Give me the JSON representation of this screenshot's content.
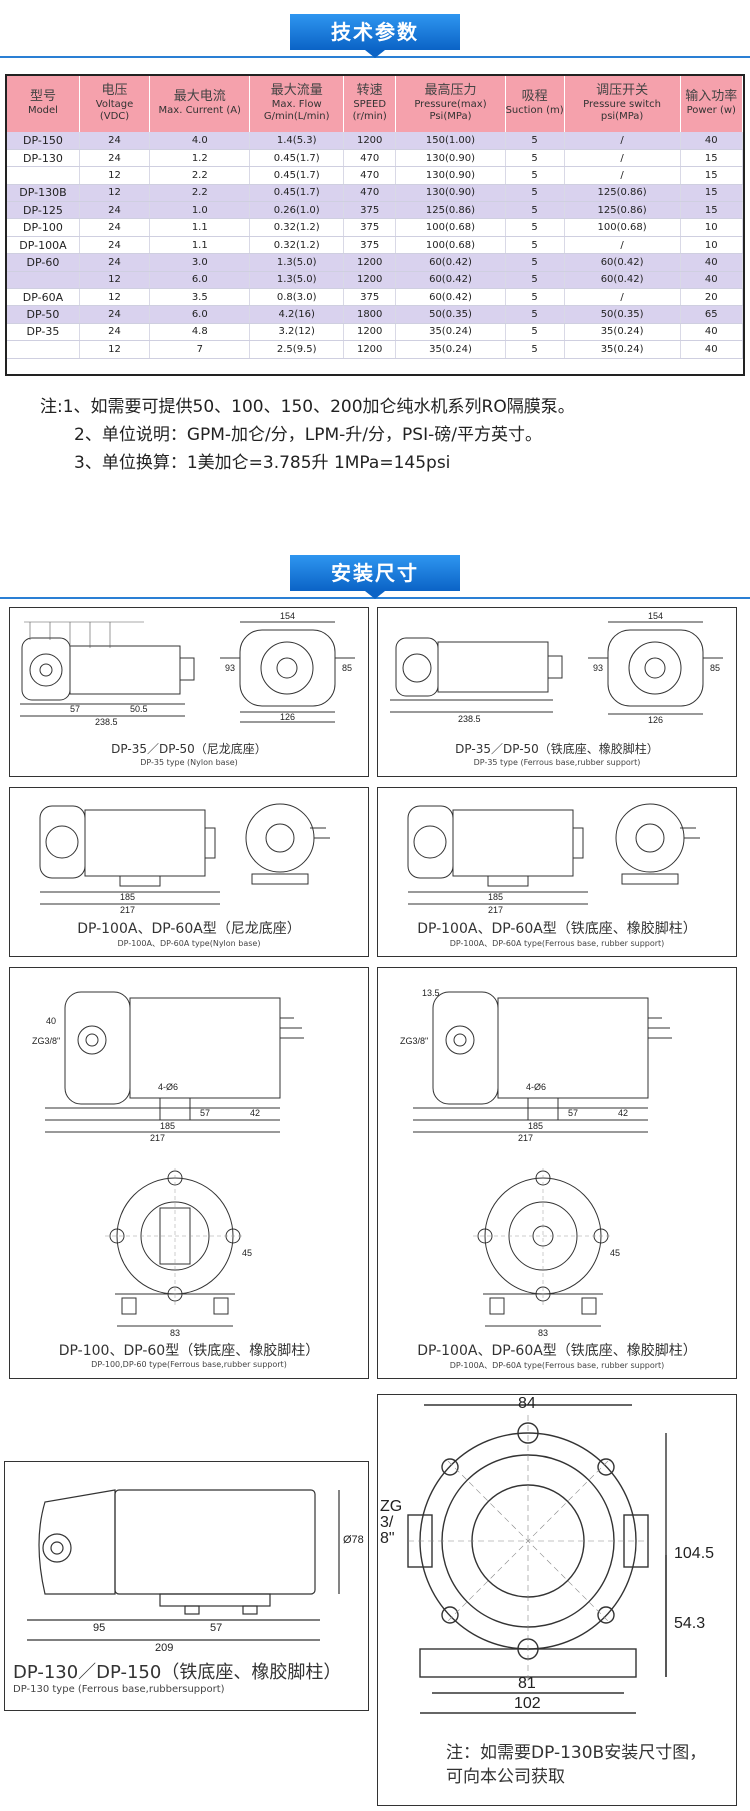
{
  "sections": {
    "tech_params": "技术参数",
    "install_dims": "安装尺寸"
  },
  "table": {
    "headers": [
      {
        "zh": "型号",
        "en": "Model"
      },
      {
        "zh": "电压",
        "en": "Voltage (VDC)"
      },
      {
        "zh": "最大电流",
        "en": "Max. Current (A)"
      },
      {
        "zh": "最大流量",
        "en": "Max. Flow G/min(L/min)"
      },
      {
        "zh": "转速",
        "en": "SPEED (r/min)"
      },
      {
        "zh": "最高压力",
        "en": "Pressure(max) Psi(MPa)"
      },
      {
        "zh": "吸程",
        "en": "Suction (m)"
      },
      {
        "zh": "调压开关",
        "en": "Pressure switch psi(MPa)"
      },
      {
        "zh": "输入功率",
        "en": "Power (w)"
      }
    ],
    "rows": [
      [
        "DP-150",
        "24",
        "4.0",
        "1.4(5.3)",
        "1200",
        "150(1.00)",
        "5",
        "/",
        "40"
      ],
      [
        "DP-130",
        "24",
        "1.2",
        "0.45(1.7)",
        "470",
        "130(0.90)",
        "5",
        "/",
        "15"
      ],
      [
        "",
        "12",
        "2.2",
        "0.45(1.7)",
        "470",
        "130(0.90)",
        "5",
        "/",
        "15"
      ],
      [
        "DP-130B",
        "12",
        "2.2",
        "0.45(1.7)",
        "470",
        "130(0.90)",
        "5",
        "125(0.86)",
        "15"
      ],
      [
        "DP-125",
        "24",
        "1.0",
        "0.26(1.0)",
        "375",
        "125(0.86)",
        "5",
        "125(0.86)",
        "15"
      ],
      [
        "DP-100",
        "24",
        "1.1",
        "0.32(1.2)",
        "375",
        "100(0.68)",
        "5",
        "100(0.68)",
        "10"
      ],
      [
        "DP-100A",
        "24",
        "1.1",
        "0.32(1.2)",
        "375",
        "100(0.68)",
        "5",
        "/",
        "10"
      ],
      [
        "DP-60",
        "24",
        "3.0",
        "1.3(5.0)",
        "1200",
        "60(0.42)",
        "5",
        "60(0.42)",
        "40"
      ],
      [
        "",
        "12",
        "6.0",
        "1.3(5.0)",
        "1200",
        "60(0.42)",
        "5",
        "60(0.42)",
        "40"
      ],
      [
        "DP-60A",
        "12",
        "3.5",
        "0.8(3.0)",
        "375",
        "60(0.42)",
        "5",
        "/",
        "20"
      ],
      [
        "DP-50",
        "24",
        "6.0",
        "4.2(16)",
        "1800",
        "50(0.35)",
        "5",
        "50(0.35)",
        "65"
      ],
      [
        "DP-35",
        "24",
        "4.8",
        "3.2(12)",
        "1200",
        "35(0.24)",
        "5",
        "35(0.24)",
        "40"
      ],
      [
        "",
        "12",
        "7",
        "2.5(9.5)",
        "1200",
        "35(0.24)",
        "5",
        "35(0.24)",
        "40"
      ]
    ]
  },
  "notes": [
    "注:1、如需要可提供50、100、150、200加仑纯水机系列RO隔膜泵。",
    "2、单位说明：GPM-加仑/分，LPM-升/分，PSI-磅/平方英寸。",
    "3、单位换算：1美加仑=3.785升   1MPa=145psi"
  ],
  "drawings": {
    "p1": {
      "title": "DP-35／DP-50（尼龙底座）",
      "subtitle": "DP-35 type (Nylon base)",
      "dims": [
        "57",
        "50.5",
        "238.5",
        "154",
        "126",
        "93",
        "85"
      ]
    },
    "p2": {
      "title": "DP-35／DP-50（铁底座、橡胶脚柱）",
      "subtitle": "DP-35 type (Ferrous  base,rubber support)",
      "dims": [
        "238.5",
        "154",
        "126",
        "93",
        "85"
      ]
    },
    "p3": {
      "title": "DP-100A、DP-60A型（尼龙底座）",
      "subtitle": "DP-100A、DP-60A  type(Nylon base)",
      "dims": [
        "185",
        "217"
      ]
    },
    "p4": {
      "title": "DP-100A、DP-60A型（铁底座、橡胶脚柱）",
      "subtitle": "DP-100A、DP-60A  type(Ferrous  base, rubber support)",
      "dims": [
        "185",
        "217"
      ]
    },
    "p5": {
      "title": "DP-100、DP-60型（铁底座、橡胶脚柱）",
      "subtitle": "DP-100,DP-60 type(Ferrous base,rubber support)",
      "dims": [
        "40",
        "ZG3/8\"",
        "4-Ø6",
        "57",
        "42",
        "185",
        "217",
        "83",
        "45"
      ]
    },
    "p6": {
      "title": "DP-100A、DP-60A型（铁底座、橡胶脚柱）",
      "subtitle": "DP-100A、DP-60A  type(Ferrous  base, rubber support)",
      "dims": [
        "13.5",
        "ZG3/8\"",
        "4-Ø6",
        "57",
        "42",
        "185",
        "217",
        "83",
        "45"
      ]
    },
    "p7": {
      "title": "DP-130／DP-150（铁底座、橡胶脚柱）",
      "subtitle": "DP-130 type (Ferrous  base,rubbersupport)",
      "dims": [
        "95",
        "57",
        "209",
        "Ø78"
      ]
    },
    "p8": {
      "note": [
        "注：如需要DP-130B安装尺寸图，",
        "可向本公司获取"
      ],
      "dims": [
        "84",
        "ZG3/8\"",
        "104.5",
        "54.3",
        "81",
        "102"
      ]
    }
  }
}
